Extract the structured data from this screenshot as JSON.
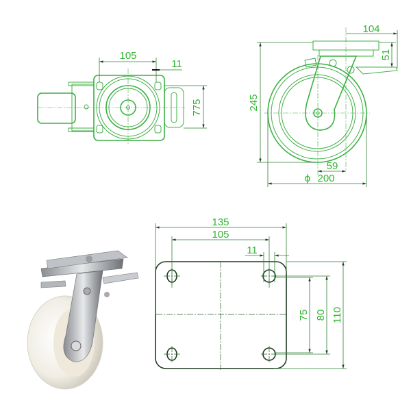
{
  "colors": {
    "dimension_text": "#2fb52f",
    "drawing_lines": "#3cb043",
    "plate_outline": "#1f3a1f"
  },
  "top_view": {
    "width_105": "105",
    "slot_11": "11",
    "height_775": "775"
  },
  "side_view": {
    "offset_104": "104",
    "plate_51": "51",
    "height_245": "245",
    "offset_59": "59",
    "diameter_symbol": "ϕ",
    "diameter_200": "200"
  },
  "plate_view": {
    "width_135": "135",
    "hole_spacing_105": "105",
    "slot_11": "11",
    "hole_spacing_75": "75",
    "hole_spacing_80": "80",
    "height_110": "110"
  }
}
